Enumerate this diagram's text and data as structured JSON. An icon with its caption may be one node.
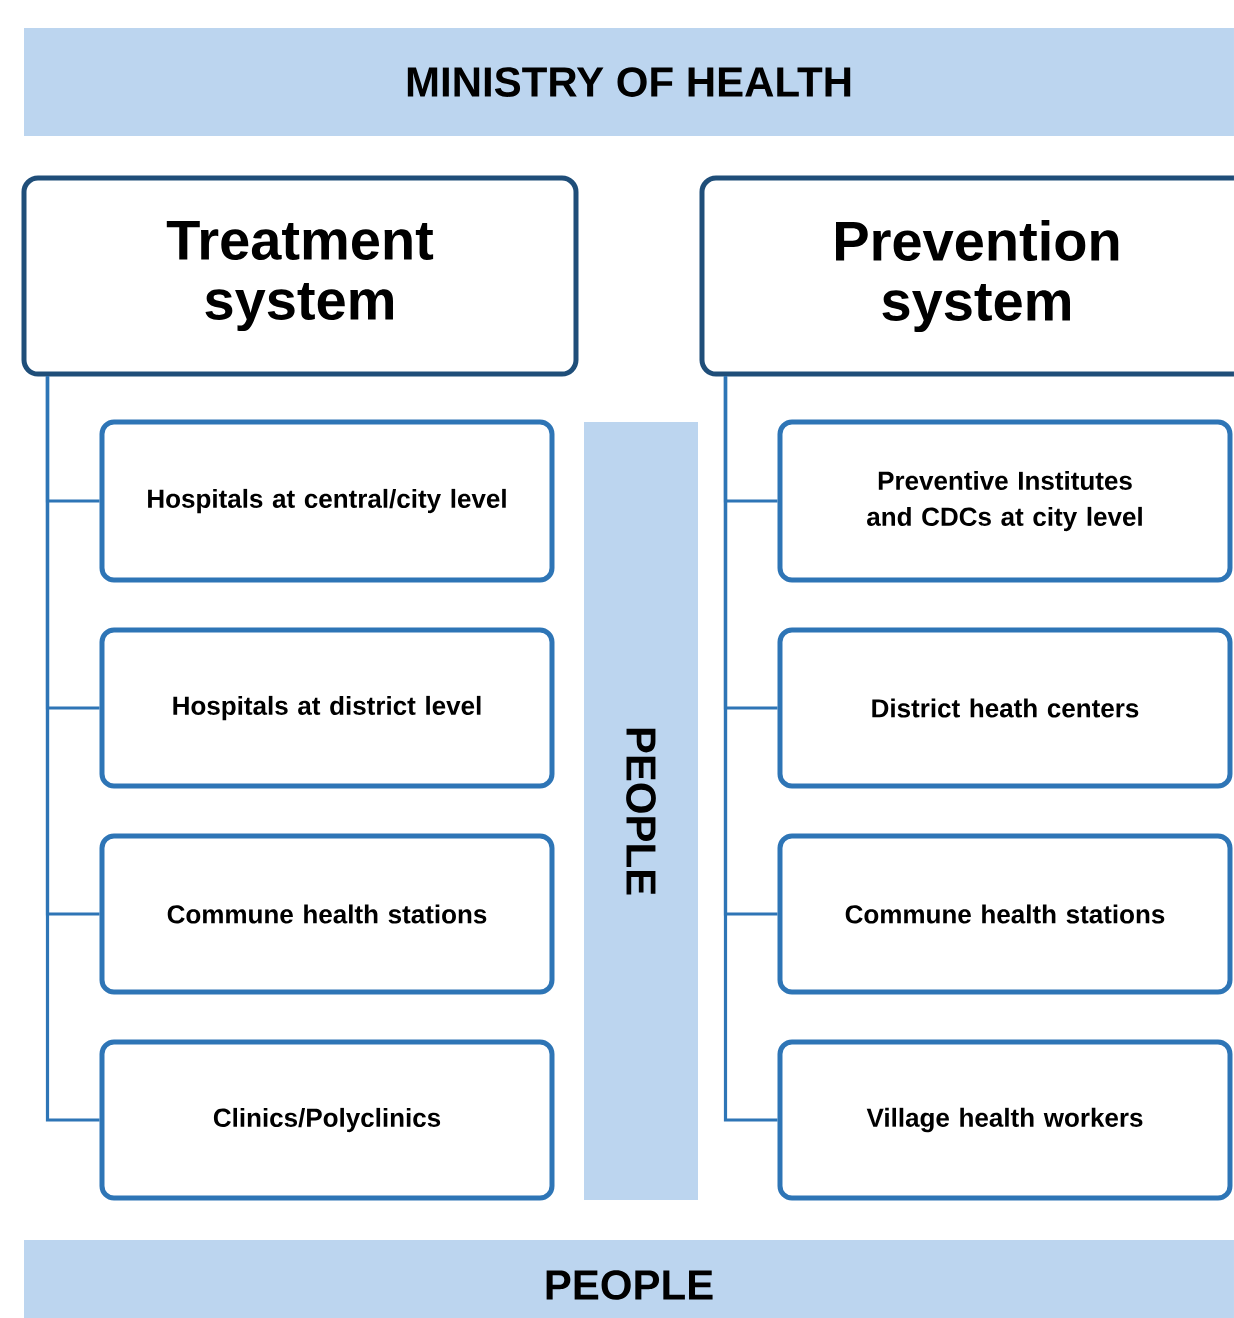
{
  "diagram": {
    "nodes": [
      {
        "text": [
          "MINISTRY OF HEALTH"
        ]
      },
      {
        "text": [
          "Treatment system"
        ]
      },
      {
        "text": [
          "Hospitals at central/city level"
        ]
      },
      {
        "text": [
          "Hospitals at district level"
        ]
      },
      {
        "text": [
          "Commune health stations"
        ]
      },
      {
        "text": [
          "Clinics/Polyclinics"
        ]
      },
      {
        "text": [
          "PEOPLE"
        ]
      },
      {
        "text": [
          "Prevention system"
        ]
      },
      {
        "text": [
          "Preventive Institutes and CDCs at city level"
        ]
      },
      {
        "text": [
          "District heath centers"
        ]
      },
      {
        "text": [
          "Commune health stations"
        ]
      },
      {
        "text": [
          "Village health workers"
        ]
      },
      {
        "text": [
          "PEOPLE"
        ]
      }
    ],
    "edges": [
      {
        "from": 1,
        "to": 2,
        "arrow": "none"
      },
      {
        "from": 1,
        "to": 3,
        "arrow": "none"
      },
      {
        "from": 1,
        "to": 4,
        "arrow": "none"
      },
      {
        "from": 1,
        "to": 5,
        "arrow": "none"
      },
      {
        "from": 7,
        "to": 8,
        "arrow": "none"
      },
      {
        "from": 7,
        "to": 9,
        "arrow": "none"
      },
      {
        "from": 7,
        "to": 10,
        "arrow": "none"
      },
      {
        "from": 7,
        "to": 11,
        "arrow": "none"
      }
    ]
  }
}
